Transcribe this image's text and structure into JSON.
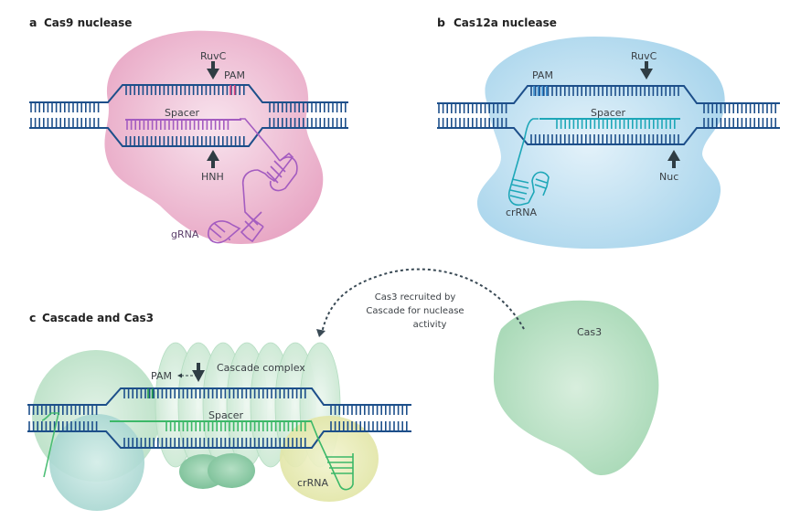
{
  "figure": {
    "colors": {
      "dna": "#1d4f8a",
      "arrow": "#2f3d44",
      "cas9_body": "#e9a9c6",
      "cas9_pam": "#e0437f",
      "cas9_rna": "#a45cc0",
      "cas12a_body": "#b6dcef",
      "cas12a_pam": "#3a8fd0",
      "cas12a_rna": "#1ea7b8",
      "cascade_body": "#bfe3c9",
      "cascade_rna": "#3cb868",
      "cascade_pam": "#1f9a4b",
      "cas3_body": "#a9dab8",
      "cas11_body": "#a8d8d3",
      "cas6_body": "#e3e6a8",
      "cas8_small": "#8fcaa5"
    },
    "panels": [
      {
        "letter": "a",
        "title": "Cas9 nuclease",
        "labels": {
          "cleave_top": "RuvC",
          "pam": "PAM",
          "spacer": "Spacer",
          "cleave_bottom": "HNH",
          "guide": "gRNA"
        }
      },
      {
        "letter": "b",
        "title": "Cas12a nuclease",
        "labels": {
          "pam": "PAM",
          "cleave_top": "RuvC",
          "spacer": "Spacer",
          "cleave_bottom": "Nuc",
          "guide": "crRNA"
        }
      },
      {
        "letter": "c",
        "title": "Cascade and Cas3",
        "labels": {
          "pam": "PAM",
          "complex": "Cascade complex",
          "spacer": "Spacer",
          "guide": "crRNA",
          "recruit_line1": "Cas3 recruited by",
          "recruit_line2": "Cascade  for nuclease",
          "recruit_line3": "activity",
          "cas3": "Cas3"
        }
      }
    ]
  }
}
